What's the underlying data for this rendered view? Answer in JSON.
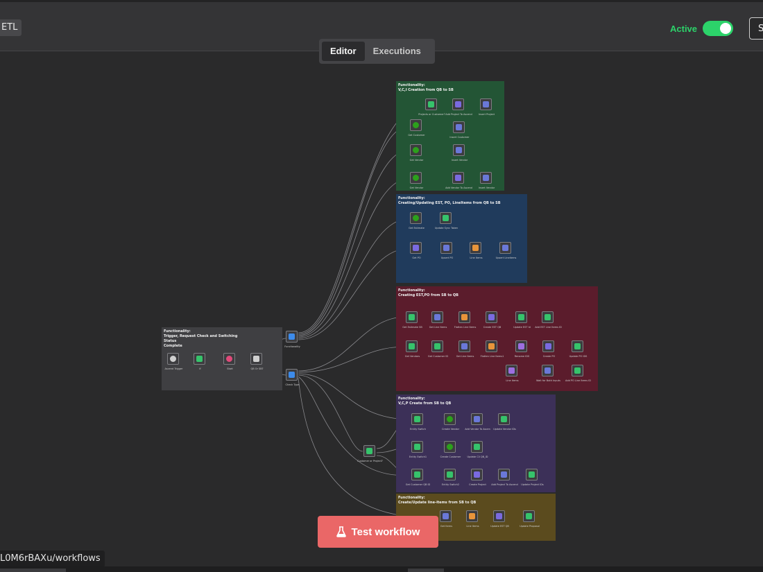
{
  "header": {
    "workflow_name": "ETL",
    "active_label": "Active",
    "active": true,
    "save_label": "S"
  },
  "tabs": [
    {
      "label": "Editor",
      "selected": true
    },
    {
      "label": "Executions",
      "selected": false
    }
  ],
  "sticky_notes": [
    {
      "id": "s1",
      "title": "Functionality:\nV,C,I Creation from QB to SB",
      "color": "#235535"
    },
    {
      "id": "s2",
      "title": "Functionality:\nCreating/Updating EST, PO, LineItems from QB to SB",
      "color": "#203b5c"
    },
    {
      "id": "s3",
      "title": "Functionality:\nCreating EST,PO from SB to QB",
      "color": "#5b1c2c"
    },
    {
      "id": "s4",
      "title": "Functionality:\nV,C,P Create from SB to QB",
      "color": "#3c3058"
    },
    {
      "id": "s5",
      "title": "Functionality:\nCreate/Update line-items from SB to QB",
      "color": "#5b4b1e"
    },
    {
      "id": "s0",
      "title": "Functionality:\nTrigger, Request Check and Switching\nStatus\nComplete",
      "color": "#3f3f42"
    }
  ],
  "nodes": [
    {
      "label": "Projects or Customer?",
      "icon": "switch",
      "color": "#36c36b"
    },
    {
      "label": "Add Project To Ascend",
      "icon": "db",
      "color": "#7a6ae0"
    },
    {
      "label": "Insert Project",
      "icon": "db",
      "color": "#6a78d8"
    },
    {
      "label": "Get Customer",
      "icon": "qb",
      "color": "#2ca01c"
    },
    {
      "label": "Insert Customer",
      "icon": "db",
      "color": "#6a78d8"
    },
    {
      "label": "Get Vendor",
      "icon": "qb",
      "color": "#2ca01c"
    },
    {
      "label": "Insert Vendor",
      "icon": "db",
      "color": "#6a78d8"
    },
    {
      "label": "Get Vendor",
      "icon": "qb",
      "color": "#2ca01c"
    },
    {
      "label": "Add Vendor To Ascend",
      "icon": "db",
      "color": "#7a6ae0"
    },
    {
      "label": "Insert Vendor",
      "icon": "db",
      "color": "#6a78d8"
    },
    {
      "label": "Get Estimate",
      "icon": "qb",
      "color": "#2ca01c"
    },
    {
      "label": "Update Sync Token",
      "icon": "bolt",
      "color": "#36c36b"
    },
    {
      "label": "Get PO",
      "icon": "http",
      "color": "#7a6ae0"
    },
    {
      "label": "Upsert PO",
      "icon": "db",
      "color": "#6a78d8"
    },
    {
      "label": "Line Items",
      "icon": "code",
      "color": "#e8943a"
    },
    {
      "label": "Upsert Lineitems",
      "icon": "db",
      "color": "#6a78d8"
    },
    {
      "label": "Get Estimate SB",
      "icon": "bolt",
      "color": "#36c36b"
    },
    {
      "label": "Get Line Items",
      "icon": "db",
      "color": "#6a78d8"
    },
    {
      "label": "Flatten Line Items",
      "icon": "code",
      "color": "#e8943a"
    },
    {
      "label": "Create EST QB",
      "icon": "http",
      "color": "#7a6ae0"
    },
    {
      "label": "Update EST Id",
      "icon": "bolt",
      "color": "#36c36b"
    },
    {
      "label": "Add EST Line Items ID",
      "icon": "bolt",
      "color": "#36c36b"
    },
    {
      "label": "Get Vendors",
      "icon": "bolt",
      "color": "#36c36b"
    },
    {
      "label": "Get Customer ID",
      "icon": "bolt",
      "color": "#36c36b"
    },
    {
      "label": "Get Line Items",
      "icon": "db",
      "color": "#6a78d8"
    },
    {
      "label": "Flatten Line Items1",
      "icon": "code",
      "color": "#e8943a"
    },
    {
      "label": "Rename IDS",
      "icon": "pen",
      "color": "#9d6ee0"
    },
    {
      "label": "Create PO",
      "icon": "http",
      "color": "#7a6ae0"
    },
    {
      "label": "Update PO IDS",
      "icon": "bolt",
      "color": "#36c36b"
    },
    {
      "label": "Line Items",
      "icon": "split",
      "color": "#9d6ee0"
    },
    {
      "label": "Wait for Both Inputs",
      "icon": "merge",
      "color": "#6a78d8"
    },
    {
      "label": "Add PO Line Items ID",
      "icon": "bolt",
      "color": "#36c36b"
    },
    {
      "label": "Entity Switch",
      "icon": "switch",
      "color": "#36c36b"
    },
    {
      "label": "Create Vendor",
      "icon": "qb",
      "color": "#2ca01c"
    },
    {
      "label": "Add Vendor To Ascen",
      "icon": "db",
      "color": "#6a78d8"
    },
    {
      "label": "Update Vendor IDs",
      "icon": "bolt",
      "color": "#36c36b"
    },
    {
      "label": "Entity Switch1",
      "icon": "switch",
      "color": "#36c36b"
    },
    {
      "label": "Create Customer",
      "icon": "qb",
      "color": "#2ca01c"
    },
    {
      "label": "Update Cli QB_ID",
      "icon": "bolt",
      "color": "#36c36b"
    },
    {
      "label": "Get Customer QB ID",
      "icon": "bolt",
      "color": "#36c36b"
    },
    {
      "label": "Entity Switch2",
      "icon": "switch",
      "color": "#36c36b"
    },
    {
      "label": "Create Project",
      "icon": "http",
      "color": "#7a6ae0"
    },
    {
      "label": "Add Project To Ascend",
      "icon": "db",
      "color": "#6a78d8"
    },
    {
      "label": "Update Project IDs",
      "icon": "bolt",
      "color": "#36c36b"
    },
    {
      "label": "Get Items",
      "icon": "db",
      "color": "#6a78d8"
    },
    {
      "label": "Line Items",
      "icon": "code",
      "color": "#e8943a"
    },
    {
      "label": "Update EST QB",
      "icon": "http",
      "color": "#7a6ae0"
    },
    {
      "label": "Update Proposal",
      "icon": "bolt",
      "color": "#36c36b"
    },
    {
      "label": "Ascend Trigger",
      "icon": "webhook",
      "color": "#cfcfcf"
    },
    {
      "label": "If",
      "icon": "switch",
      "color": "#36c36b"
    },
    {
      "label": "Start",
      "icon": "stop",
      "color": "#e04a7a"
    },
    {
      "label": "QB Or SB?",
      "icon": "switch",
      "color": "#cfcfcf"
    },
    {
      "label": "Functionality",
      "icon": "switch",
      "color": "#3d8bea"
    },
    {
      "label": "Check Type",
      "icon": "switch",
      "color": "#3d8bea"
    },
    {
      "label": "Customer or Project?",
      "icon": "switch",
      "color": "#36c36b"
    }
  ],
  "test_button_label": "Test workflow",
  "status_url": "L0M6rBAXu/workflows"
}
